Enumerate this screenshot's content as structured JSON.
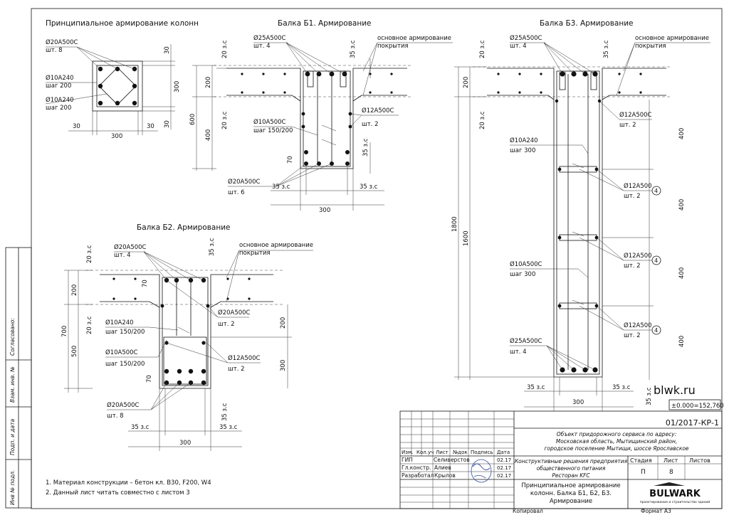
{
  "sheet": {
    "watermark": "blwk.ru",
    "level_mark": "±0.000=152,760",
    "sheet_code": "01/2017-КР-1",
    "object_text_1": "Объект придорожного сервиса по адресу:",
    "object_text_2": "Московская область, Мытищинский район,",
    "object_text_3": "городское поселение Мытищи, шоссе Ярославское",
    "building_text_1": "Конструктивные решения предприятия",
    "building_text_2": "общественного питания",
    "building_text_3": "Ресторан KFC",
    "drawing_title_1": "Принципиальное армирование",
    "drawing_title_2": "колонн. Балка Б1, Б2, Б3.",
    "drawing_title_3": "Армирование",
    "stage_header": "Стадия",
    "sheet_header": "Лист",
    "sheets_header": "Листов",
    "stage_value": "П",
    "sheet_value": "8",
    "logo_name": "BULWARK",
    "logo_sub": "проектирование и строительство зданий",
    "copied_label": "Копировал",
    "format_label": "Формат А3",
    "columns": [
      "Изм.",
      "Кол.уч",
      "Лист",
      "№док",
      "Подпись",
      "Дата"
    ],
    "staff": [
      {
        "role": "ГИП",
        "name": "Селиверстов",
        "date": "02.17"
      },
      {
        "role": "Гл.констр.",
        "name": "Алиев",
        "date": "02.17"
      },
      {
        "role": "Разработал",
        "name": "Крылов",
        "date": "02.17"
      }
    ],
    "left_stamps": [
      "Согласовано:",
      "Взам. инв. №",
      "Подп. и дата",
      "Инв № подл."
    ]
  },
  "notes": [
    "1. Материал конструкции – бетон кл. В30, F200, W4",
    "2. Данный лист читать совместно с листом 3"
  ],
  "column": {
    "title": "Принципиальное армирование колонн",
    "labels": [
      "Ø20А500С",
      "шт. 8",
      "Ø10А240",
      "шаг 200",
      "Ø10А240",
      "шаг 200"
    ],
    "dims": [
      "30",
      "300",
      "30",
      "30",
      "300",
      "30"
    ]
  },
  "b1": {
    "title": "Балка Б1. Армирование",
    "labels": [
      "Ø25А500С",
      "шт. 4",
      "основное армирование",
      "покрытия",
      "Ø12А500С",
      "шт. 2",
      "Ø10А500С",
      "шаг 150/200",
      "Ø20А500С",
      "шт. 6"
    ],
    "dims": [
      "20 з.с",
      "200",
      "600",
      "20 з.с",
      "400",
      "35 з.с",
      "35 з.с",
      "70",
      "35 з.с",
      "35 з.с",
      "300"
    ]
  },
  "b2": {
    "title": "Балка Б2. Армирование",
    "labels": [
      "Ø20А500С",
      "шт. 4",
      "основное армирование",
      "покрытия",
      "Ø20А500С",
      "шт. 2",
      "Ø10А240",
      "шаг 150/200",
      "Ø10А500С",
      "шаг 150/200",
      "Ø12А500С",
      "шт. 2",
      "Ø20А500С",
      "шт. 8"
    ],
    "dims": [
      "20 з.с",
      "200",
      "700",
      "20 з.с",
      "500",
      "35 з.с",
      "70",
      "200",
      "300",
      "70",
      "35 з.с",
      "35 з.с",
      "300",
      "35 з.с"
    ]
  },
  "b3": {
    "title": "Балка Б3. Армирование",
    "labels": [
      "Ø25А500С",
      "шт. 4",
      "основное армирование",
      "покрытия",
      "Ø12А500С",
      "шт. 2",
      "Ø10А240",
      "шаг 300",
      "Ø12А500",
      "шт. 2",
      "Ø10А500С",
      "шаг 300",
      "Ø12А500",
      "шт. 2",
      "Ø12А500",
      "шт. 2",
      "Ø25А500С",
      "шт. 4"
    ],
    "marks": [
      "4",
      "4",
      "4"
    ],
    "dims": [
      "20 з.с",
      "200",
      "20 з.с",
      "1800",
      "1600",
      "35 з.с",
      "400",
      "400",
      "400",
      "400",
      "35 з.с",
      "35 з.с",
      "300"
    ]
  }
}
